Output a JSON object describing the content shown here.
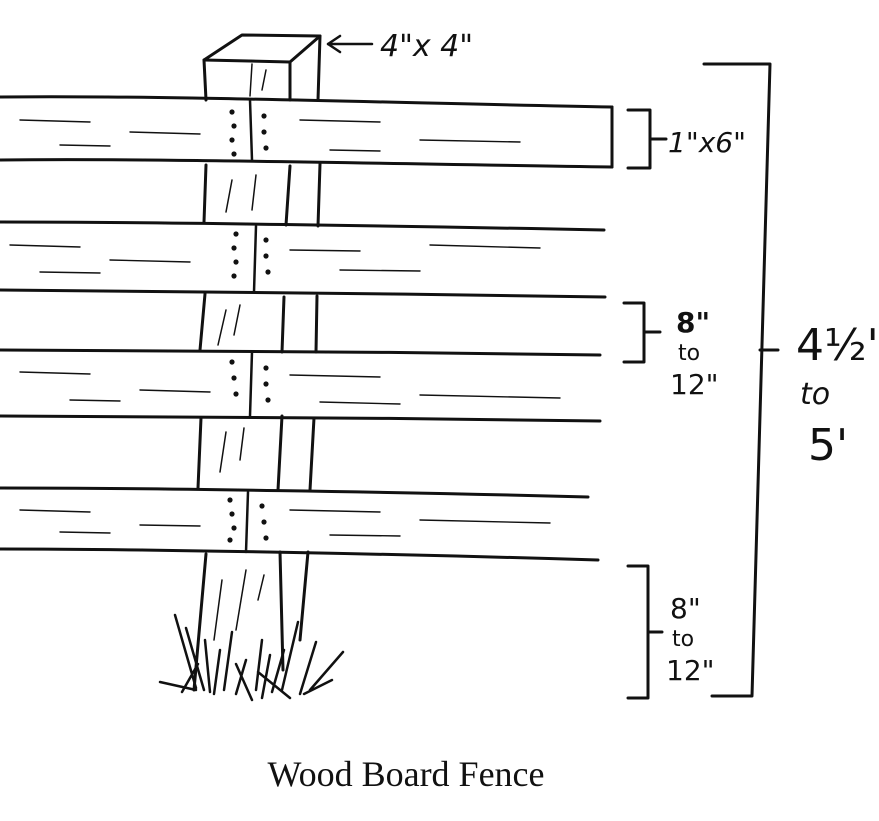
{
  "post_label": "4\"x 4\"",
  "board_label": "1\"x6\"",
  "gap_label": {
    "top": "8\"",
    "mid": "to",
    "bottom": "12\""
  },
  "ground_label": {
    "top": "8\"",
    "mid": "to",
    "bottom": "12\""
  },
  "height_label": {
    "top": "4½'",
    "mid": "to",
    "bottom": "5'"
  },
  "caption": "Wood Board Fence",
  "colors": {
    "ink": "#111111",
    "paper": "#ffffff"
  }
}
